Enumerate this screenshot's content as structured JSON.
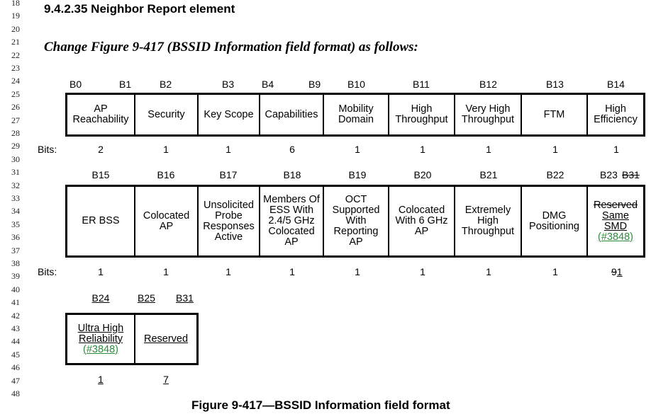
{
  "line_numbers": [
    "18",
    "19",
    "20",
    "21",
    "22",
    "23",
    "24",
    "25",
    "26",
    "27",
    "28",
    "29",
    "30",
    "31",
    "32",
    "33",
    "34",
    "35",
    "36",
    "37",
    "38",
    "39",
    "40",
    "41",
    "42",
    "43",
    "44",
    "45",
    "46",
    "47",
    "48"
  ],
  "heading": "9.4.2.35 Neighbor Report element",
  "instruction": "Change Figure 9-417 (BSSID Information field format) as follows:",
  "bits_label": "Bits:",
  "row1": {
    "bit_labels": [
      "B0",
      "B1",
      "B2",
      "B3",
      "B4",
      "B9",
      "B10",
      "B11",
      "B12",
      "B13",
      "B14"
    ],
    "fields": [
      {
        "lines": [
          "AP",
          "Reachability"
        ]
      },
      {
        "lines": [
          "Security"
        ]
      },
      {
        "lines": [
          "Key Scope"
        ]
      },
      {
        "lines": [
          "Capabilities"
        ]
      },
      {
        "lines": [
          "Mobility",
          "Domain"
        ]
      },
      {
        "lines": [
          "High",
          "Throughput"
        ]
      },
      {
        "lines": [
          "Very High",
          "Throughput"
        ]
      },
      {
        "lines": [
          "FTM"
        ]
      },
      {
        "lines": [
          "High",
          "Efficiency"
        ]
      }
    ],
    "bits": [
      "2",
      "1",
      "1",
      "6",
      "1",
      "1",
      "1",
      "1",
      "1"
    ]
  },
  "row2": {
    "bit_labels": [
      "B15",
      "B16",
      "B17",
      "B18",
      "B19",
      "B20",
      "B21",
      "B22",
      "B23",
      "B31"
    ],
    "fields": [
      {
        "lines": [
          "ER BSS"
        ]
      },
      {
        "lines": [
          "Colocated",
          "AP"
        ]
      },
      {
        "lines": [
          "Unsolicited",
          "Probe",
          "Responses",
          "Active"
        ]
      },
      {
        "lines": [
          "Members Of",
          "ESS With",
          "2.4/5 GHz",
          "Colocated",
          "AP"
        ]
      },
      {
        "lines": [
          "OCT",
          "Supported",
          "With",
          "Reporting",
          "AP"
        ]
      },
      {
        "lines": [
          "Colocated",
          "With 6 GHz",
          "AP"
        ]
      },
      {
        "lines": [
          "Extremely",
          "High",
          "Throughput"
        ]
      },
      {
        "lines": [
          "DMG",
          "Positioning"
        ]
      }
    ],
    "last_field": {
      "deleted": "Reserved",
      "inserted": [
        "Same",
        "SMD"
      ],
      "ref": "(#3848)"
    },
    "bits": [
      "1",
      "1",
      "1",
      "1",
      "1",
      "1",
      "1",
      "1"
    ],
    "last_bits_deleted": "9",
    "last_bits_inserted": "1"
  },
  "row3": {
    "bit_labels": [
      "B24",
      "B25",
      "B31"
    ],
    "fields": [
      {
        "lines": [
          "Ultra High",
          "Reliability"
        ],
        "ref": "(#3848)"
      },
      {
        "lines": [
          "Reserved"
        ]
      }
    ],
    "bits": [
      "1",
      "7"
    ]
  },
  "caption": "Figure 9-417—BSSID Information field format",
  "colors": {
    "green_ref": "#2e8b3e"
  }
}
